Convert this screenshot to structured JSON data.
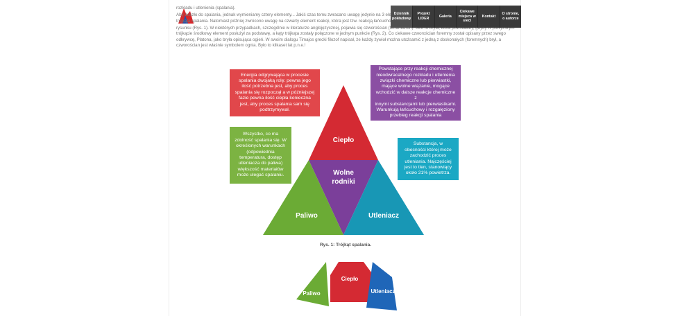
{
  "header": {
    "intro_line": "rozkładu i utlenienia (spalania).",
    "paragraph_top": "Aby doszło do spalania, jednak wymieniamy cztery elementy... Jakiś czas temu zwracano uwagę jedynie na 3 elementy procesu spalania, które przedstawiano w postaci tzw. trójkąta spalania. Natomiast później zwrócono uwagę na czwarty element reakcji, która jest tzw. reakcją łańcuchową. Ciepło, w wyniku którego paliwo się podgrzewa, był obrazowany w postaci",
    "paragraph_main": "rysunku (Rys. 1). W niektórych przypadkach, szczególnie w literaturze anglojęzycznej, pojawia się czworościan (tetrahedron). Jest to bryła, która powstałaby, gdyby w powyższym trójkącie środkowy element posłużył za podstawę, a kąty trójkąta zostały połączone w jednym punkcie (Rys. 2). Co ciekawe czworościan foremny został opisany przez swego odkrywcę, Platona, jako bryła opisująca ogień. W swoim dialogu Timajos grecki filozof napisał, że każdy żywioł można utożsamić z jedną z doskonałych (foremnych) brył, a czworościan jest właśnie symbolem ognia. Było to kilkaset lat p.n.e.!"
  },
  "nav": {
    "items": [
      {
        "label": "Dziennik pokładowy"
      },
      {
        "label": "Projekt LIDER"
      },
      {
        "label": "Galeria"
      },
      {
        "label": "Ciekawe miejsca w sieci"
      },
      {
        "label": "Kontakt"
      },
      {
        "label": "O stronie, o autorze"
      }
    ]
  },
  "diagram": {
    "heat_label": "Ciepło",
    "radicals_line1": "Wolne",
    "radicals_line2": "rodniki",
    "fuel_label": "Paliwo",
    "oxidizer_label": "Utleniacz",
    "heat_desc": [
      "Energia odgrywająca w procesie",
      "spalania dwojaką rolę: pewna jego",
      "ilość potrzebna jest, aby proces",
      "spalania się rozpoczął a w późniejszej",
      "fazie pewna ilość ciepła konieczna",
      "jest, aby proces spalania sam się",
      "podtrzymywał."
    ],
    "radicals_desc": [
      "Powstające przy reakcji chemicznej",
      "nieodwracalnego rozkładu i utlenienia",
      "związki chemiczne lub pierwiastki,",
      "mające wolne wiązanie, mogące",
      "wchodzić w dalsze reakcje chemiczne z",
      "innymi substancjami lub pierwiastkami.",
      "Warunkują łańcuchowy i rozgałęziony",
      "przebieg reakcji spalania"
    ],
    "fuel_desc": [
      "Wszystko, co ma",
      "zdolność spalania się. W",
      "określonych warunkach",
      "(odpowiednia",
      "temperatura, dostęp",
      "utleniacza do paliwa)",
      "większość materiałów",
      "może ulegać spalaniu."
    ],
    "oxidizer_desc": [
      "Substancja, w",
      "obecności której może",
      "zachodzić proces",
      "utleniania. Najczęściej",
      "jest to tlen, stanowiący",
      "około 21% powietrza."
    ],
    "caption": "Rys. 1: Trójkąt spalania.",
    "colors": {
      "red": "#d42a33",
      "purple": "#7b3f9a",
      "green": "#6bab35",
      "cyan": "#1897b5",
      "blue": "#1f66b8"
    }
  },
  "diagram2": {
    "fuel_label": "Paliwo",
    "heat_label": "Ciepło",
    "oxidizer_label": "Utleniacz"
  }
}
